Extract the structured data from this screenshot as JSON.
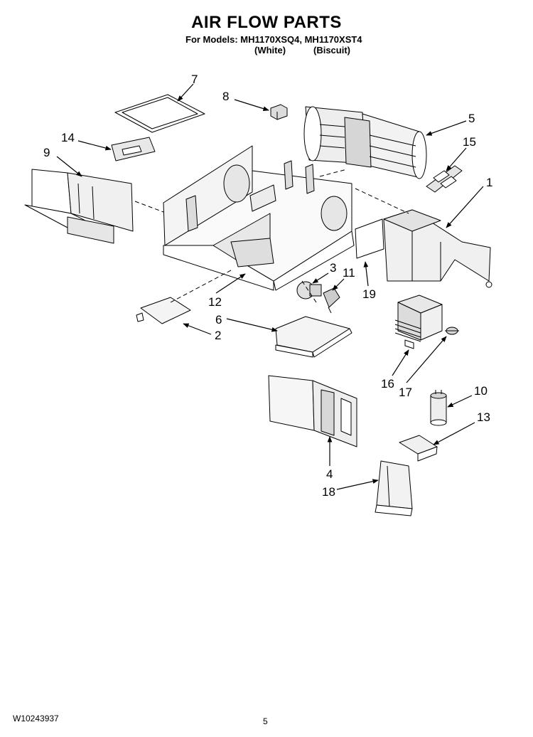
{
  "header": {
    "title": "AIR FLOW PARTS",
    "models_line": "For Models: MH1170XSQ4, MH1170XST4",
    "color_white": "(White)",
    "color_biscuit": "(Biscuit)"
  },
  "callouts": [
    "1",
    "2",
    "3",
    "4",
    "5",
    "6",
    "7",
    "8",
    "9",
    "10",
    "11",
    "12",
    "13",
    "14",
    "15",
    "16",
    "17",
    "18",
    "19"
  ],
  "footer": {
    "doc_number": "W10243937",
    "page_number": "5"
  }
}
